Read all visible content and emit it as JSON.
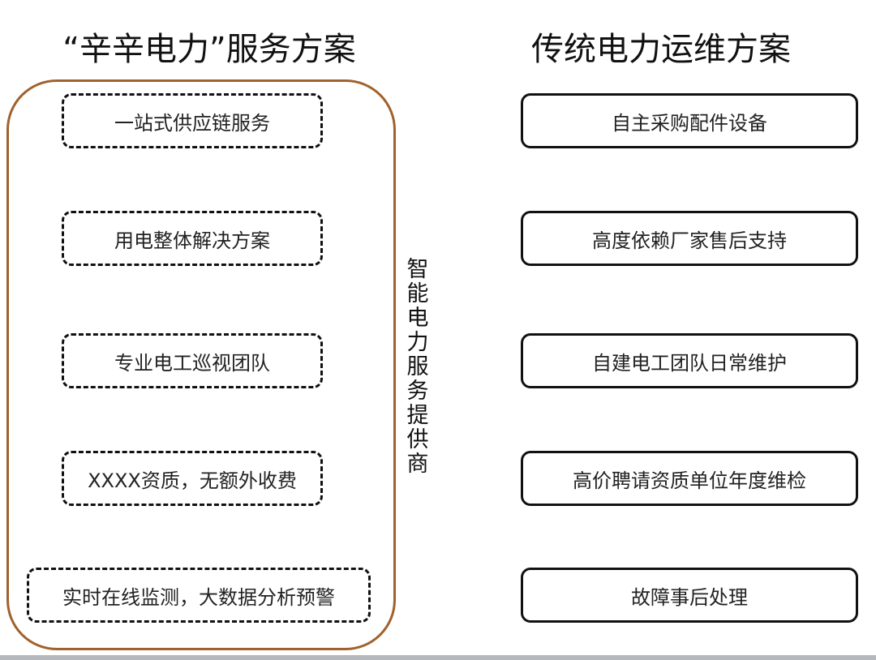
{
  "left": {
    "title": "“辛辛电力”服务方案",
    "items": [
      "一站式供应链服务",
      "用电整体解决方案",
      "专业电工巡视团队",
      "XXXX资质，无额外收费",
      "实时在线监测，大数据分析预警"
    ],
    "side_label": [
      "智",
      "能",
      "电",
      "力",
      "服",
      "务",
      "提",
      "供",
      "商"
    ]
  },
  "right": {
    "title": "传统电力运维方案",
    "items": [
      "自主采购配件设备",
      "高度依赖厂家售后支持",
      "自建电工团队日常维护",
      "高价聘请资质单位年度维检",
      "故障事后处理"
    ]
  },
  "colors": {
    "group_border": "#a0622d"
  }
}
